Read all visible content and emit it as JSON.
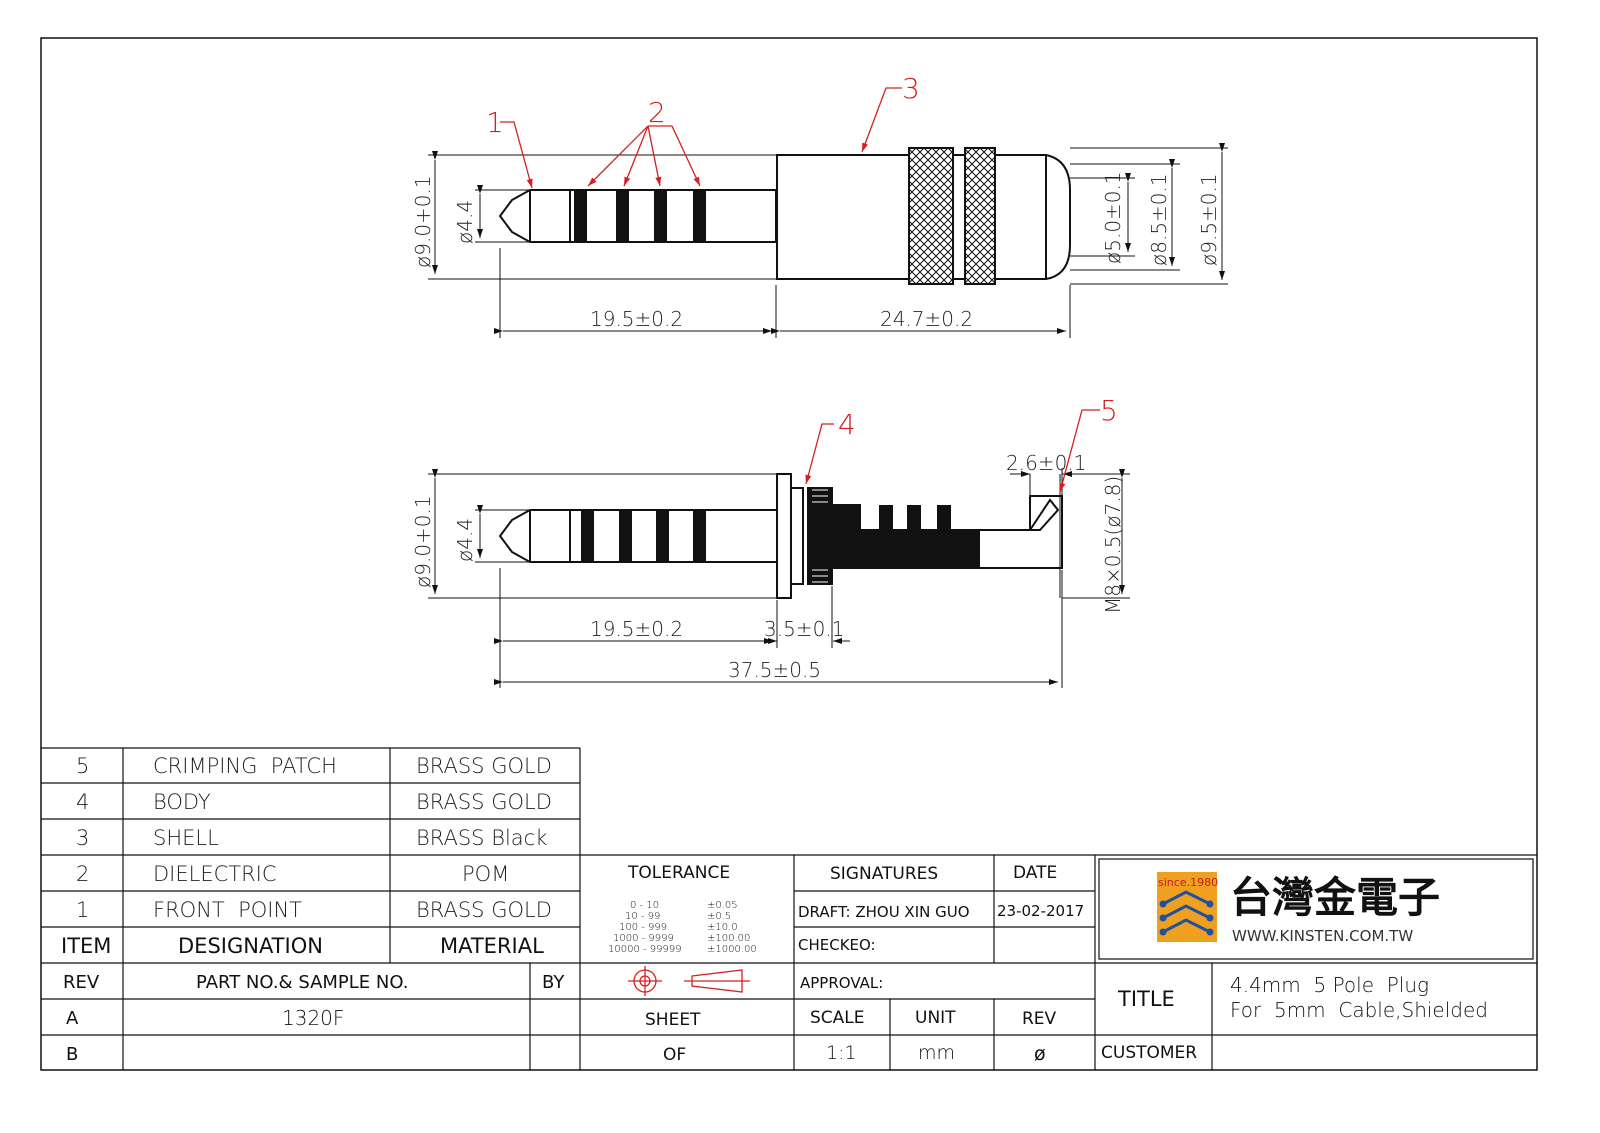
{
  "callouts": {
    "c1": "1",
    "c2": "2",
    "c3": "3",
    "c4": "4",
    "c5": "5"
  },
  "dimensions": {
    "top_dia_9_0": "ø9.0+0.1",
    "top_dia_4_4": "ø4.4",
    "top_dia_5_0": "ø5.0±0.1",
    "top_dia_8_5": "ø8.5±0.1",
    "top_dia_9_5": "ø9.5±0.1",
    "top_len_19_5": "19.5±0.2",
    "top_len_24_7": "24.7±0.2",
    "bot_dia_9_0": "ø9.0+0.1",
    "bot_dia_4_4": "ø4.4",
    "bot_len_19_5": "19.5±0.2",
    "bot_len_3_5": "3.5±0.1",
    "bot_len_37_5": "37.5±0.5",
    "bot_len_2_6": "2.6±0.1",
    "bot_thread": "M8×0.5(ø7.8)"
  },
  "bom": {
    "rows": [
      {
        "item": "5",
        "designation": "CRIMPING  PATCH",
        "material": "BRASS GOLD"
      },
      {
        "item": "4",
        "designation": "BODY",
        "material": "BRASS GOLD"
      },
      {
        "item": "3",
        "designation": "SHELL",
        "material": "BRASS Black"
      },
      {
        "item": "2",
        "designation": "DIELECTRIC",
        "material": "POM"
      },
      {
        "item": "1",
        "designation": "FRONT  POINT",
        "material": "BRASS GOLD"
      }
    ],
    "header": {
      "item": "ITEM",
      "designation": "DESIGNATION",
      "material": "MATERIAL"
    }
  },
  "revs": {
    "header": {
      "rev": "REV",
      "part": "PART NO.& SAMPLE NO.",
      "by": "BY"
    },
    "rows": [
      {
        "rev": "A",
        "part": "1320F",
        "by": ""
      },
      {
        "rev": "B",
        "part": "",
        "by": ""
      }
    ]
  },
  "tolerance": {
    "title": "TOLERANCE",
    "ranges": [
      "0 - 10",
      "10 - 99",
      "100 - 999",
      "1000 - 9999",
      "10000 - 99999"
    ],
    "values": [
      "±0.05",
      "±0.5",
      "±10.0",
      "±100.00",
      "±1000.00"
    ]
  },
  "signatures": {
    "title": "SIGNATURES",
    "date_label": "DATE",
    "draft": "DRAFT: ZHOU XIN GUO",
    "date": "23-02-2017",
    "checked": "CHECKEO:",
    "approval": "APPROVAL:"
  },
  "sheet_info": {
    "sheet": "SHEET",
    "of": "OF",
    "scale_label": "SCALE",
    "scale": "1:1",
    "unit_label": "UNIT",
    "unit": "mm",
    "rev_label": "REV",
    "rev": "ø"
  },
  "company": {
    "since": "since.1980",
    "name": "台灣金電子",
    "url": "WWW.KINSTEN.COM.TW"
  },
  "title_block": {
    "title_label": "TITLE",
    "title_line1": "4.4mm  5 Pole  Plug",
    "title_line2": "For  5mm  Cable,Shielded",
    "customer_label": "CUSTOMER",
    "customer": ""
  },
  "colors": {
    "line": "#111111",
    "callout": "#d42020",
    "logo_orange": "#f0a020",
    "logo_blue": "#2050a0"
  }
}
